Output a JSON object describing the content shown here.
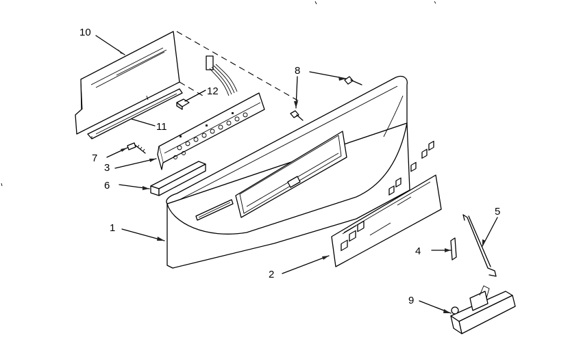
{
  "diagram": {
    "callouts": [
      {
        "id": "10",
        "label": "10"
      },
      {
        "id": "12",
        "label": "12"
      },
      {
        "id": "11",
        "label": "11"
      },
      {
        "id": "8",
        "label": "8"
      },
      {
        "id": "7",
        "label": "7"
      },
      {
        "id": "3",
        "label": "3"
      },
      {
        "id": "6",
        "label": "6"
      },
      {
        "id": "1",
        "label": "1"
      },
      {
        "id": "2",
        "label": "2"
      },
      {
        "id": "4",
        "label": "4"
      },
      {
        "id": "5",
        "label": "5"
      },
      {
        "id": "9",
        "label": "9"
      }
    ]
  }
}
